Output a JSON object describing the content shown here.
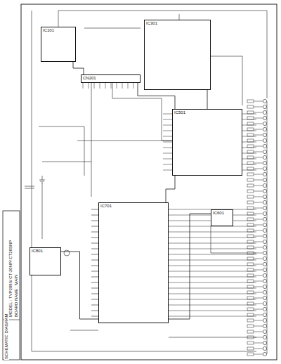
{
  "diagram": {
    "nodes": [
      {
        "text": [
          "IC101"
        ]
      },
      {
        "text": [
          "IC301"
        ]
      },
      {
        "text": [
          "CN201"
        ]
      },
      {
        "text": [
          "IC501"
        ]
      },
      {
        "text": [
          "IC701"
        ]
      },
      {
        "text": [
          "IC801"
        ]
      },
      {
        "text": [
          "IC601"
        ]
      }
    ],
    "edges": [
      {
        "from": 0,
        "to": 2,
        "arrow": "none"
      },
      {
        "from": 2,
        "to": 3,
        "arrow": "none"
      },
      {
        "from": 1,
        "to": 3,
        "arrow": "none"
      },
      {
        "from": 3,
        "to": 4,
        "arrow": "none"
      },
      {
        "from": 4,
        "to": 5,
        "arrow": "none"
      },
      {
        "from": 4,
        "to": 6,
        "arrow": "none"
      }
    ],
    "labels": [
      "SCHEMATIC DIAGRAM",
      "MODEL : TVP2086/ CT-20NP/ CT20SNP",
      "BOARD NAME : MAIN"
    ]
  }
}
